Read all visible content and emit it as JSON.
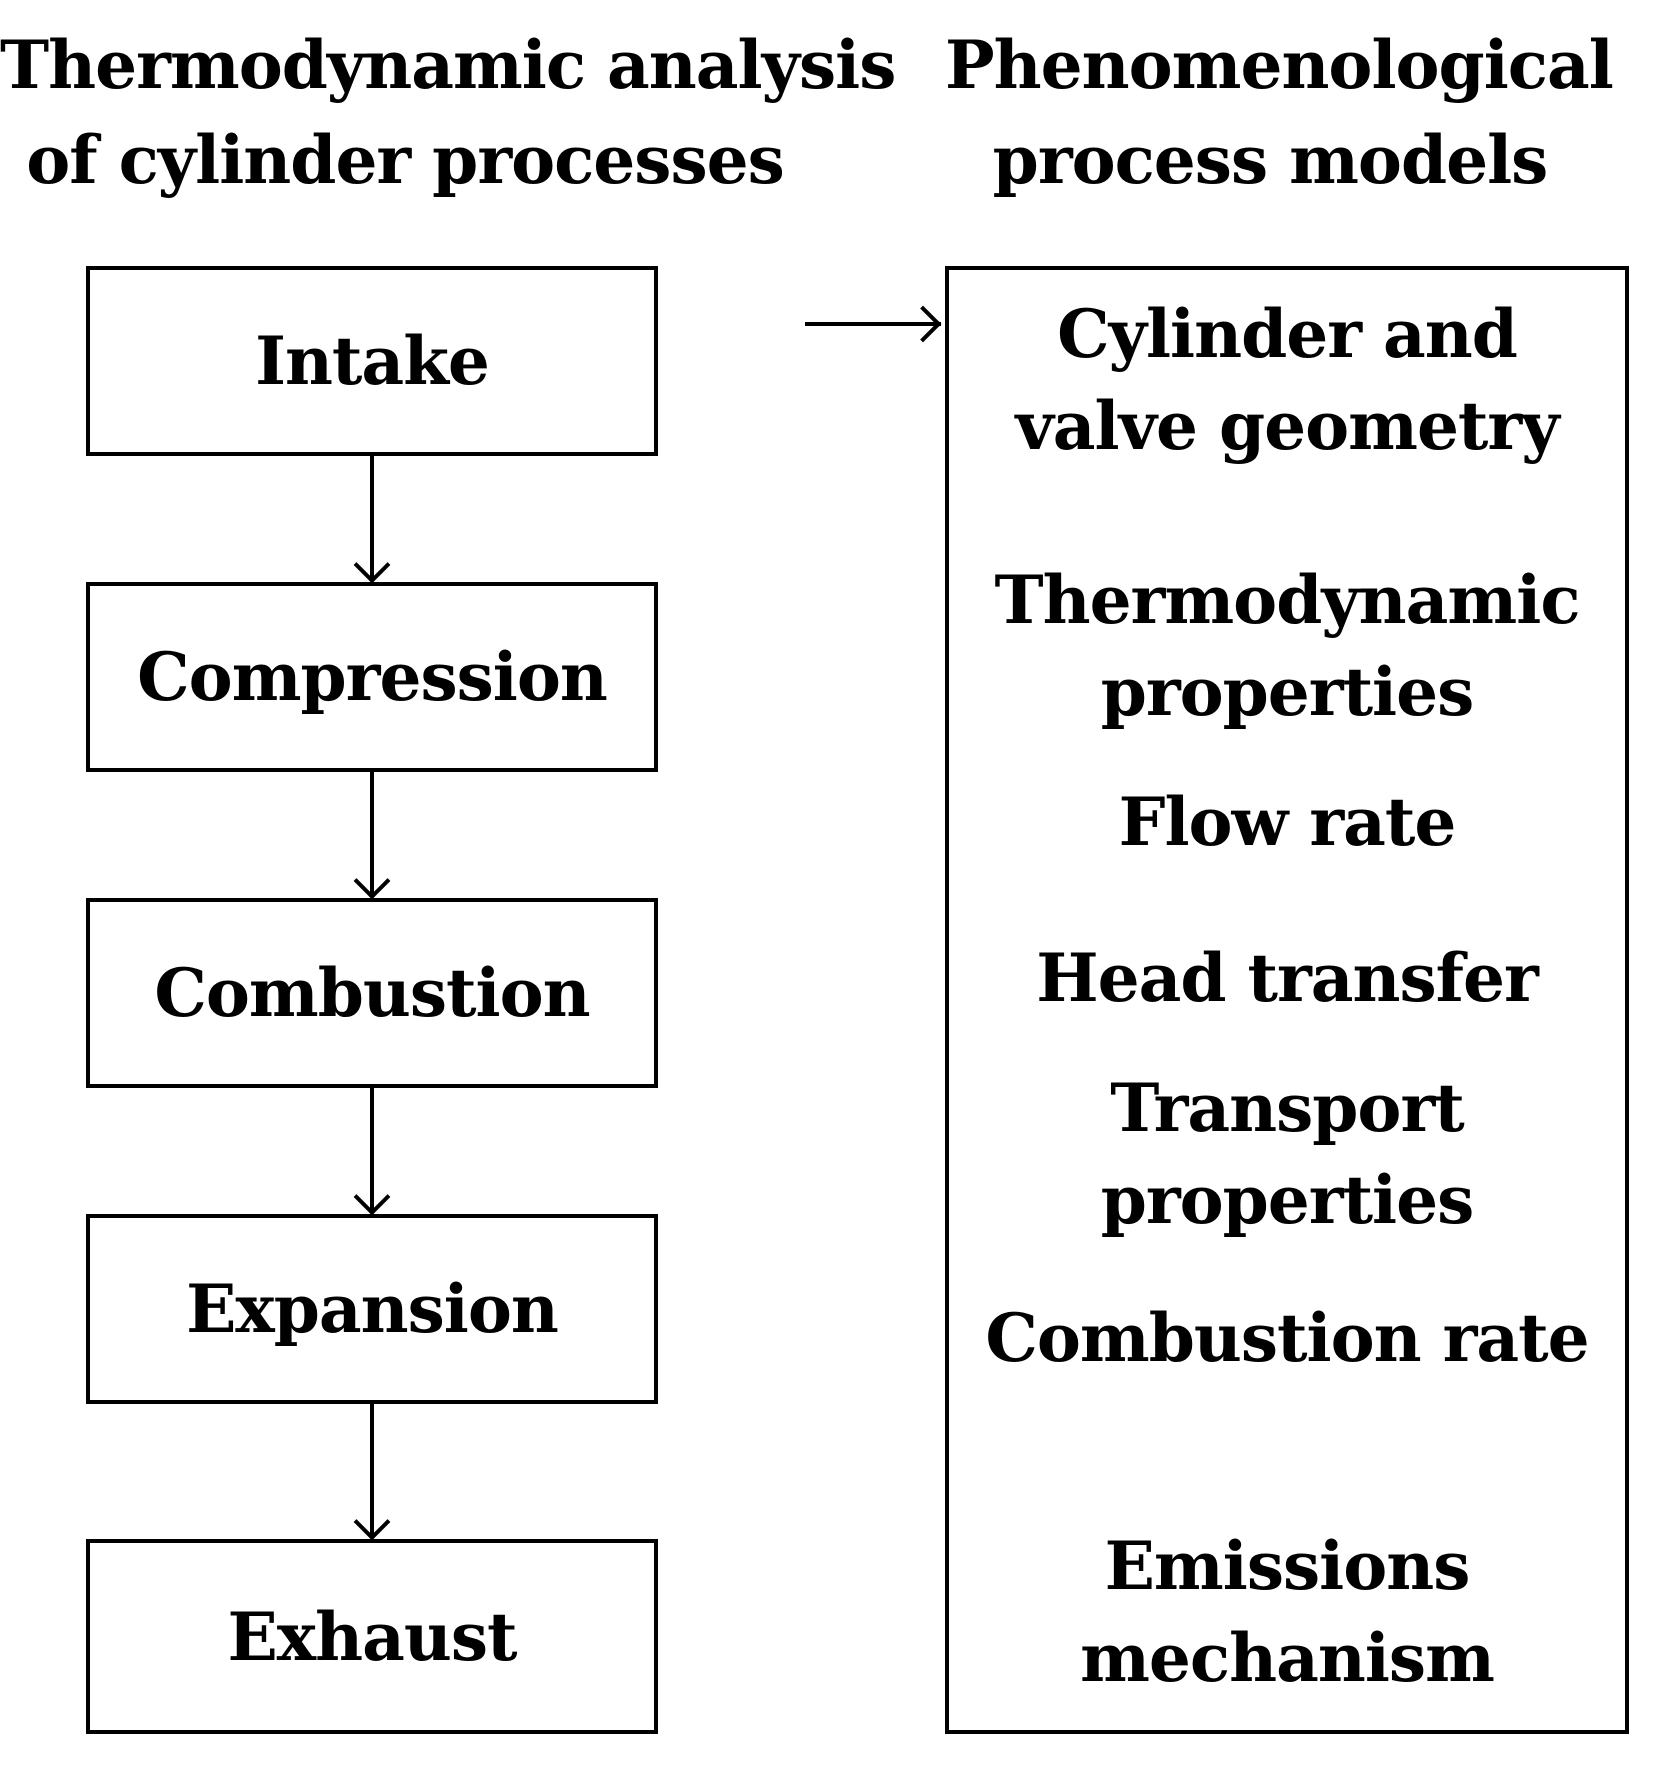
{
  "left_heading": {
    "line1": "Thermodynamic analysis",
    "line2": "of cylinder processes"
  },
  "right_heading": {
    "line1": "Phenomenological",
    "line2": "process models"
  },
  "process_steps": [
    "Intake",
    "Compression",
    "Combustion",
    "Expansion",
    "Exhaust"
  ],
  "models": [
    {
      "line1": "Cylinder and",
      "line2": "valve geometry"
    },
    {
      "line1": "Thermodynamic",
      "line2": "properties"
    },
    {
      "line1": "Flow rate",
      "line2": ""
    },
    {
      "line1": "Head transfer",
      "line2": ""
    },
    {
      "line1": "Transport",
      "line2": "properties"
    },
    {
      "line1": "Combustion rate",
      "line2": ""
    },
    {
      "line1": "Emissions",
      "line2": "mechanism"
    }
  ]
}
